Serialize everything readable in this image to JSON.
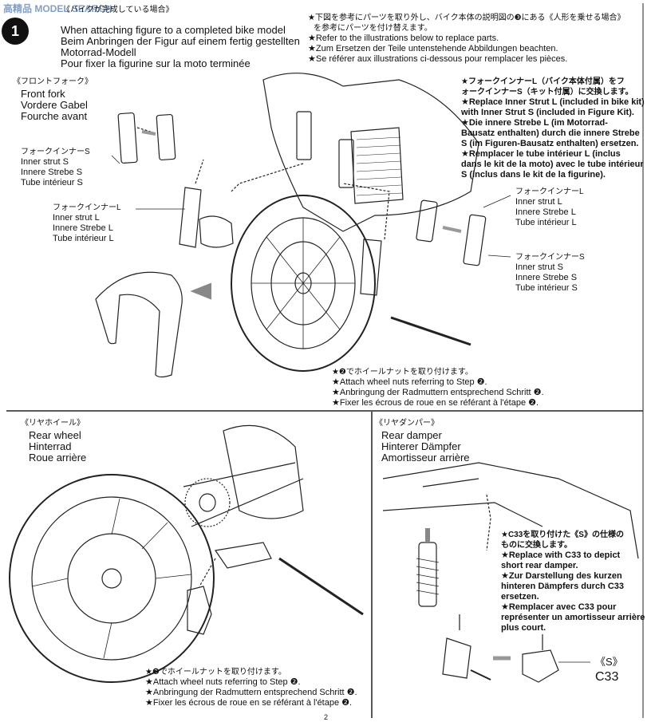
{
  "watermark": "高精品 MODEL SEARCH",
  "step_number": "1",
  "header": {
    "title_jp": "《バイクが完成している場合》",
    "title_en": "When attaching figure to a completed bike model",
    "title_de1": "Beim Anbringen der Figur auf einem fertig gestellten",
    "title_de2": "Motorrad-Modell",
    "title_fr": "Pour fixer la figurine sur la moto terminée",
    "note_jp1": "★下図を参考にパーツを取り外し、バイク本体の説明図の❸にある《人形を乗せる場合》",
    "note_jp2": "を参考にパーツを付け替えます。",
    "note_en": "★Refer to the illustrations below to replace parts.",
    "note_de": "★Zum Ersetzen der Teile untenstehende Abbildungen beachten.",
    "note_fr": "★Se référer aux illustrations ci-dessous pour remplacer les pièces."
  },
  "front_fork": {
    "title_jp": "《フロントフォーク》",
    "title_en": "Front fork",
    "title_de": "Vordere Gabel",
    "title_fr": "Fourche avant",
    "strut_s_left": [
      "フォークインナーS",
      "Inner strut S",
      "Innere Strebe S",
      "Tube intérieur S"
    ],
    "strut_l_left": [
      "フォークインナーL",
      "Inner strut L",
      "Innere Strebe L",
      "Tube intérieur L"
    ],
    "strut_l_right": [
      "フォークインナーL",
      "Inner strut L",
      "Innere Strebe L",
      "Tube intérieur L"
    ],
    "strut_s_right": [
      "フォークインナーS",
      "Inner strut S",
      "Innere Strebe S",
      "Tube intérieur S"
    ],
    "replace_note": [
      "★フォークインナーL（バイク本体付属）をフ",
      "ォークインナーS（キット付属）に交換します。",
      "★Replace Inner Strut L (included in bike kit)",
      "with Inner Strut S (included in Figure Kit).",
      "★Die innere Strebe L (im Motorrad-",
      "Bausatz enthalten) durch die innere Strebe",
      "S (im Figuren-Bausatz enthalten) ersetzen.",
      "★Remplacer le tube intérieur L (inclus",
      "dans le kit de la moto) avec le tube intérieur",
      "S (inclus dans le kit de la figurine)."
    ],
    "nut_note": [
      "★❷でホイールナットを取り付けます。",
      "★Attach wheel nuts referring to Step ❷.",
      "★Anbringung der Radmuttern entsprechend Schritt ❷.",
      "★Fixer les écrous de roue en se référant à l'étape ❷."
    ]
  },
  "rear_wheel": {
    "title_jp": "《リヤホイール》",
    "title_en": "Rear wheel",
    "title_de": "Hinterrad",
    "title_fr": "Roue arrière",
    "nut_note": [
      "★❷でホイールナットを取り付けます。",
      "★Attach wheel nuts referring to Step ❷.",
      "★Anbringung der Radmuttern entsprechend Schritt ❷.",
      "★Fixer les écrous de roue en se référant à l'étape ❷."
    ]
  },
  "rear_damper": {
    "title_jp": "《リヤダンパー》",
    "title_en": "Rear damper",
    "title_de": "Hinterer Dämpfer",
    "title_fr": "Amortisseur arrière",
    "note": [
      "★C33を取り付けた《S》の仕様の",
      "ものに交換します。",
      "★Replace with C33 to depict",
      "short rear damper.",
      "★Zur Darstellung des kurzen",
      "hinteren Dämpfers durch C33",
      "ersetzen.",
      "★Remplacer avec C33 pour",
      "représenter un amortisseur arrière",
      "plus court."
    ],
    "spec_label": "《S》",
    "part_label": "C33"
  },
  "page_number": "2"
}
